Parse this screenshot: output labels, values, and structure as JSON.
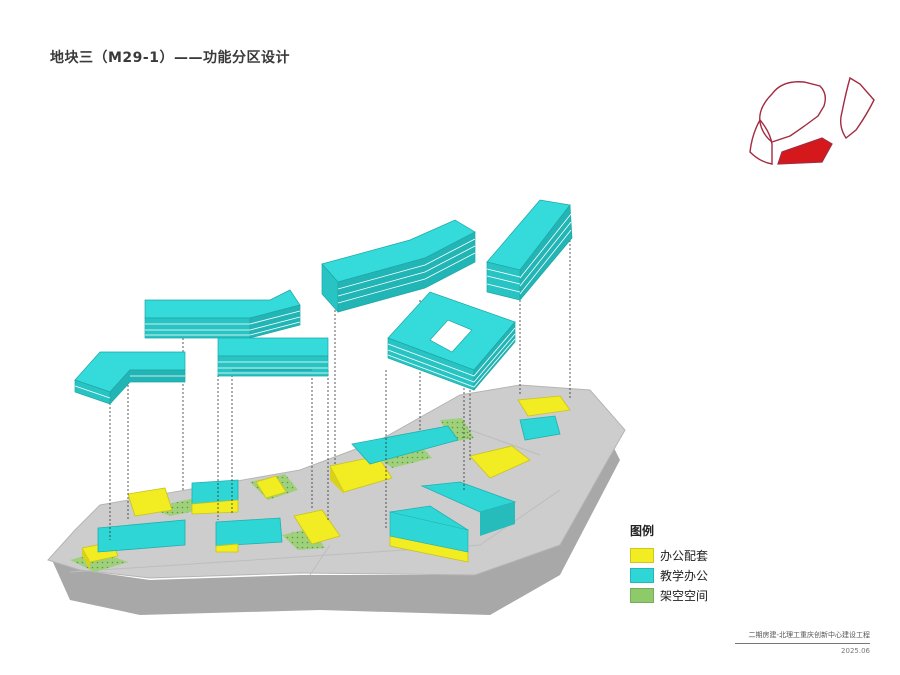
{
  "title": "地块三（M29-1）——功能分区设计",
  "legend": {
    "title": "图例",
    "items": [
      {
        "label": "办公配套",
        "color": "#f2ec22"
      },
      {
        "label": "教学办公",
        "color": "#2fd6d6"
      },
      {
        "label": "架空空间",
        "color": "#8fca6a"
      }
    ]
  },
  "footer": {
    "project": "二期房建-北理工重庆创新中心建设工程",
    "date": "2025.06"
  },
  "colors": {
    "site": "#cfcfcf",
    "site_side": "#a9a9a9",
    "keymap_outline": "#a32b40",
    "keymap_highlight": "#d4181c"
  }
}
